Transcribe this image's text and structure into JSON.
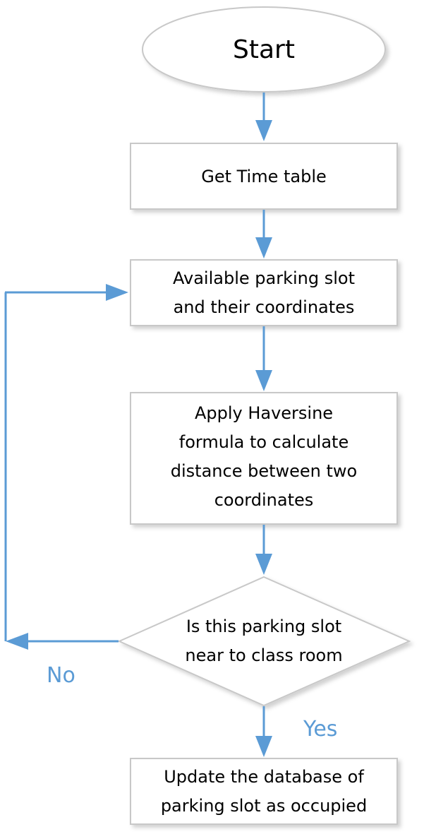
{
  "nodes": {
    "start": {
      "label": "Start"
    },
    "get_timetable": {
      "label": "Get Time table"
    },
    "available_slots": {
      "lines": [
        "Available parking slot",
        "and their coordinates"
      ]
    },
    "haversine": {
      "lines": [
        "Apply Haversine",
        "formula to calculate",
        "distance between two",
        "coordinates"
      ]
    },
    "decision": {
      "lines": [
        "Is this parking slot",
        "near to class room"
      ]
    },
    "update_db": {
      "lines": [
        "Update the database of",
        "parking slot as occupied"
      ]
    }
  },
  "edges": {
    "no_label": "No",
    "yes_label": "Yes"
  },
  "colors": {
    "arrow": "#5b9bd5",
    "box_border": "#c8c8c8",
    "box_fill": "#ffffff",
    "box_shadow": "#d4d4d4",
    "text": "#000000",
    "edge_label": "#5b9bd5"
  }
}
